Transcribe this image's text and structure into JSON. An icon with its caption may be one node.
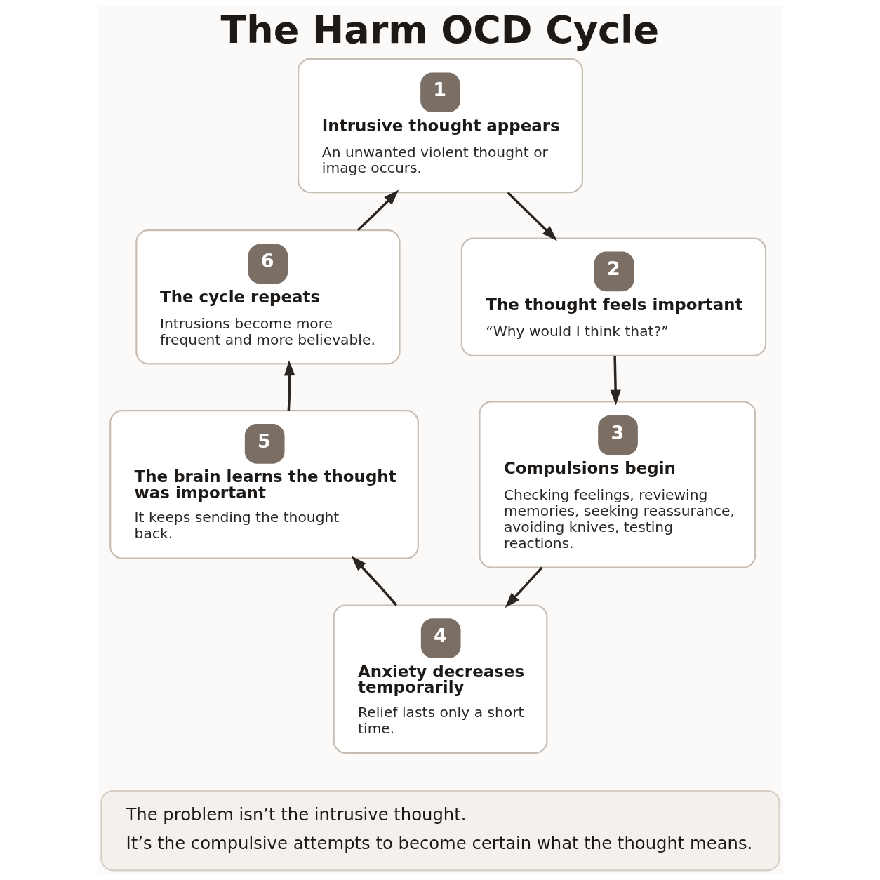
{
  "diagram": {
    "title": "The Harm OCD Cycle",
    "nodes": [
      {
        "text": [
          "1",
          "Intrusive thought appears",
          "An unwanted violent thought or image occurs."
        ]
      },
      {
        "text": [
          "2",
          "The thought feels important",
          "“Why would I think that?”"
        ]
      },
      {
        "text": [
          "3",
          "Compulsions begin",
          "Checking feelings, reviewing memories, seeking reassurance, avoiding knives, testing reactions."
        ]
      },
      {
        "text": [
          "4",
          "Anxiety decreases temporarily",
          "Relief lasts only a short time."
        ]
      },
      {
        "text": [
          "5",
          "The brain learns the thought was important",
          "It keeps sending the thought back."
        ]
      },
      {
        "text": [
          "6",
          "The cycle repeats",
          "Intrusions become more frequent and more believable."
        ]
      },
      {
        "text": [
          "The problem isn’t the intrusive thought.",
          "It’s the compulsive attempts to become certain what the thought means."
        ]
      }
    ],
    "edges": [
      {
        "from": 0,
        "to": 1,
        "arrow": "to"
      },
      {
        "from": 1,
        "to": 2,
        "arrow": "to"
      },
      {
        "from": 2,
        "to": 3,
        "arrow": "to"
      },
      {
        "from": 3,
        "to": 4,
        "arrow": "to"
      },
      {
        "from": 4,
        "to": 5,
        "arrow": "to"
      },
      {
        "from": 5,
        "to": 0,
        "arrow": "to"
      }
    ]
  }
}
